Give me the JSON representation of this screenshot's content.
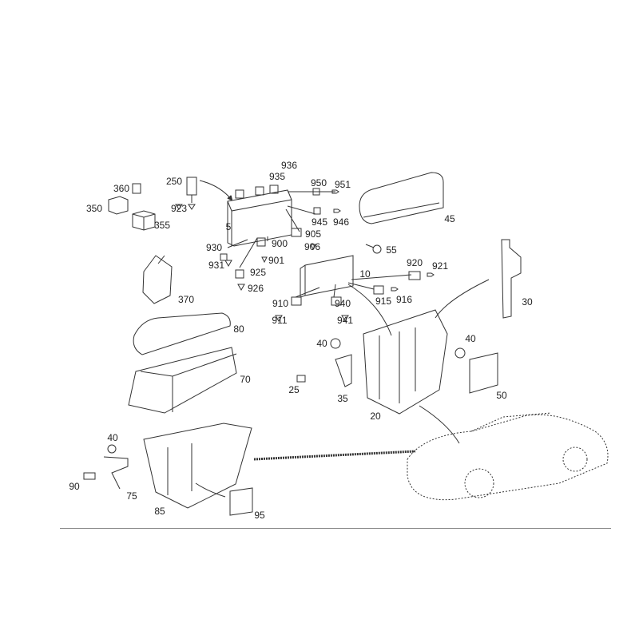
{
  "diagram": {
    "callouts": [
      {
        "id": "936"
      },
      {
        "id": "935"
      },
      {
        "id": "950"
      },
      {
        "id": "951"
      },
      {
        "id": "250"
      },
      {
        "id": "360"
      },
      {
        "id": "350"
      },
      {
        "id": "923"
      },
      {
        "id": "355"
      },
      {
        "id": "5"
      },
      {
        "id": "945"
      },
      {
        "id": "946"
      },
      {
        "id": "45"
      },
      {
        "id": "930"
      },
      {
        "id": "900"
      },
      {
        "id": "905"
      },
      {
        "id": "931"
      },
      {
        "id": "901"
      },
      {
        "id": "906"
      },
      {
        "id": "55"
      },
      {
        "id": "925"
      },
      {
        "id": "926"
      },
      {
        "id": "920"
      },
      {
        "id": "921"
      },
      {
        "id": "10"
      },
      {
        "id": "370"
      },
      {
        "id": "910"
      },
      {
        "id": "940"
      },
      {
        "id": "915"
      },
      {
        "id": "916"
      },
      {
        "id": "30"
      },
      {
        "id": "911"
      },
      {
        "id": "941"
      },
      {
        "id": "80"
      },
      {
        "id": "40"
      },
      {
        "id": "40"
      },
      {
        "id": "70"
      },
      {
        "id": "25"
      },
      {
        "id": "35"
      },
      {
        "id": "50"
      },
      {
        "id": "20"
      },
      {
        "id": "40"
      },
      {
        "id": "90"
      },
      {
        "id": "75"
      },
      {
        "id": "85"
      },
      {
        "id": "95"
      }
    ],
    "line_color": "#333333"
  }
}
